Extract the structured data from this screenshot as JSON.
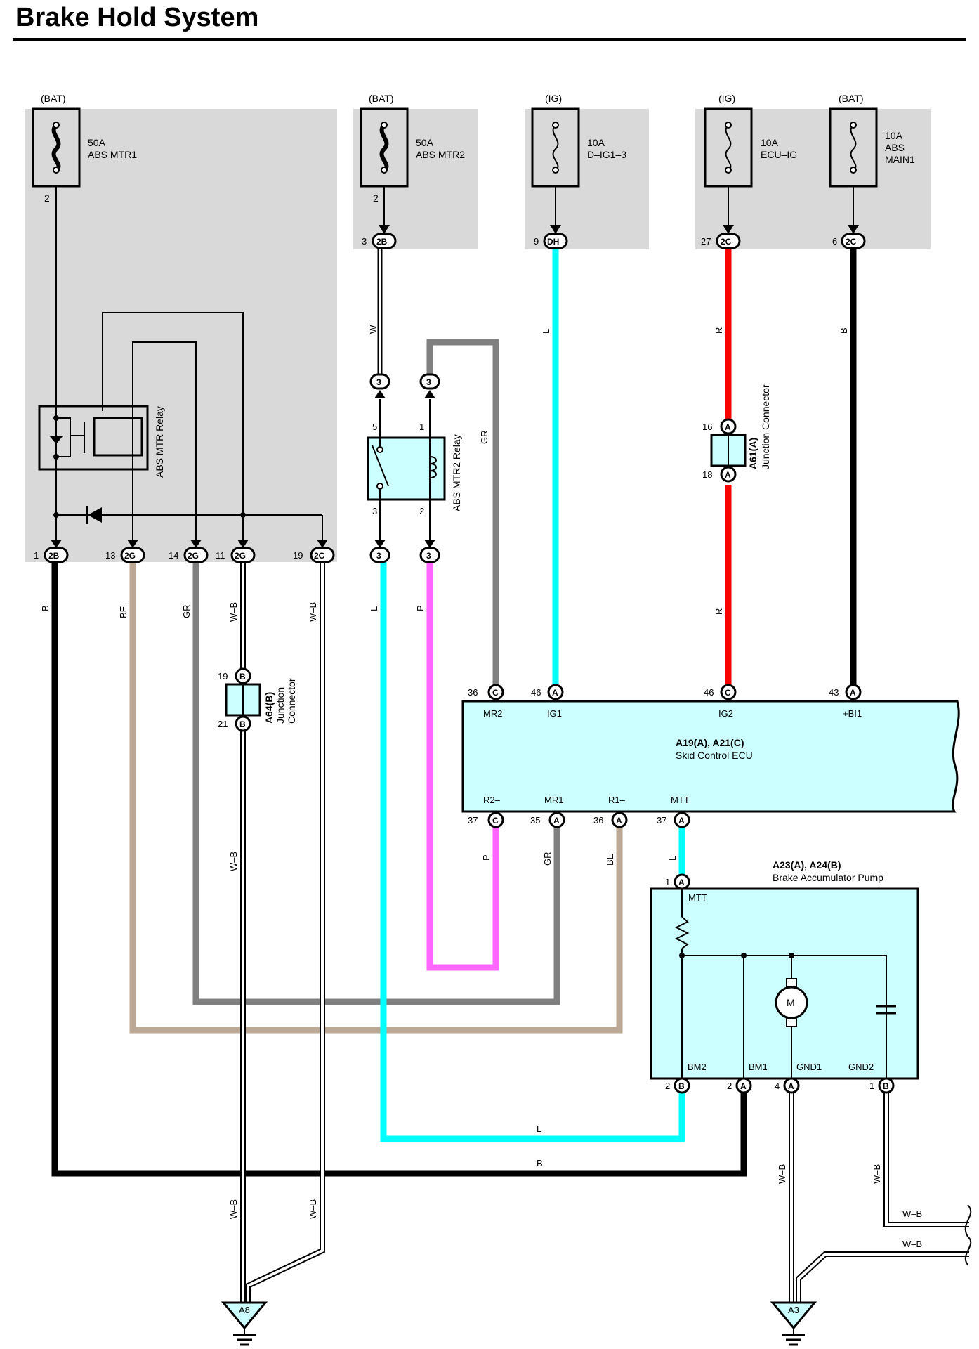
{
  "title": "Brake Hold System",
  "fuses": [
    {
      "source": "(BAT)",
      "rating": "50A",
      "name": "ABS MTR1",
      "pin": "2"
    },
    {
      "source": "(BAT)",
      "rating": "50A",
      "name": "ABS MTR2",
      "pin": "2"
    },
    {
      "source": "(IG)",
      "rating": "10A",
      "name": "D–IG1–3",
      "pin": ""
    },
    {
      "source": "(IG)",
      "rating": "10A",
      "name": "ECU–IG",
      "pin": ""
    },
    {
      "source": "(BAT)",
      "rating": "10A",
      "name": "ABS MAIN1",
      "name_line1": "ABS",
      "name_line2": "MAIN1",
      "pin": ""
    }
  ],
  "relays": {
    "mtr1": "ABS MTR Relay",
    "mtr2": "ABS MTR2 Relay",
    "mtr2_pins": [
      "5",
      "1",
      "3",
      "2"
    ]
  },
  "connectors_top": [
    {
      "num": "3",
      "code": "2B"
    },
    {
      "num": "9",
      "code": "DH"
    },
    {
      "num": "27",
      "code": "2C"
    },
    {
      "num": "6",
      "code": "2C"
    }
  ],
  "relay2_connectors": [
    "3",
    "3",
    "3",
    "3"
  ],
  "box_connectors": [
    {
      "num": "1",
      "code": "2B"
    },
    {
      "num": "13",
      "code": "2G"
    },
    {
      "num": "14",
      "code": "2G"
    },
    {
      "num": "11",
      "code": "2G"
    },
    {
      "num": "19",
      "code": "2C"
    }
  ],
  "junction_a61": {
    "label": "A61(A)",
    "desc": "Junction Connector",
    "pin_top": "16",
    "pin_bottom": "18",
    "code": "A"
  },
  "junction_a64": {
    "label": "A64(B)",
    "desc_line1": "Junction",
    "desc_line2": "Connector",
    "pin_top": "19",
    "pin_bottom": "21",
    "code": "B"
  },
  "ecu": {
    "label": "A19(A), A21(C)",
    "name": "Skid Control ECU",
    "top_pins": [
      {
        "num": "36",
        "code": "C",
        "name": "MR2"
      },
      {
        "num": "46",
        "code": "A",
        "name": "IG1"
      },
      {
        "num": "46",
        "code": "C",
        "name": "IG2"
      },
      {
        "num": "43",
        "code": "A",
        "name": "+BI1"
      }
    ],
    "bottom_pins": [
      {
        "num": "37",
        "code": "C",
        "name": "R2–"
      },
      {
        "num": "35",
        "code": "A",
        "name": "MR1"
      },
      {
        "num": "36",
        "code": "A",
        "name": "R1–"
      },
      {
        "num": "37",
        "code": "A",
        "name": "MTT"
      }
    ]
  },
  "pump": {
    "label": "A23(A), A24(B)",
    "name": "Brake Accumulator Pump",
    "motor": "M",
    "top_pin": {
      "num": "1",
      "code": "A",
      "name": "MTT"
    },
    "bottom_pins": [
      {
        "num": "2",
        "code": "B",
        "name": "BM2"
      },
      {
        "num": "2",
        "code": "A",
        "name": "BM1"
      },
      {
        "num": "4",
        "code": "A",
        "name": "GND1"
      },
      {
        "num": "1",
        "code": "B",
        "name": "GND2"
      }
    ]
  },
  "wire_labels": {
    "w_top": "W",
    "l_top": "L",
    "r_top": "R",
    "b_top": "B",
    "gr_mid": "GR",
    "r_mid": "R",
    "b_left": "B",
    "be_left": "BE",
    "gr_left": "GR",
    "wb_1": "W–B",
    "wb_2": "W–B",
    "l_mid": "L",
    "p_mid": "P",
    "wb_3": "W–B",
    "p_low": "P",
    "gr_low": "GR",
    "be_low": "BE",
    "l_low": "L",
    "l_bottom": "L",
    "b_bottom": "B",
    "wb_4": "W–B",
    "wb_5": "W–B",
    "wb_6": "W–B",
    "wb_7": "W–B",
    "wb_8": "W–B",
    "wb_9": "W–B"
  },
  "grounds": [
    "A8",
    "A3"
  ],
  "colors": {
    "box": "#d9d9d9",
    "light_blue": "#00ffff",
    "red": "#ff0000",
    "pink": "#ff66ff",
    "gray": "#808080",
    "beige": "#bca995",
    "component_fill": "#ccffff"
  }
}
